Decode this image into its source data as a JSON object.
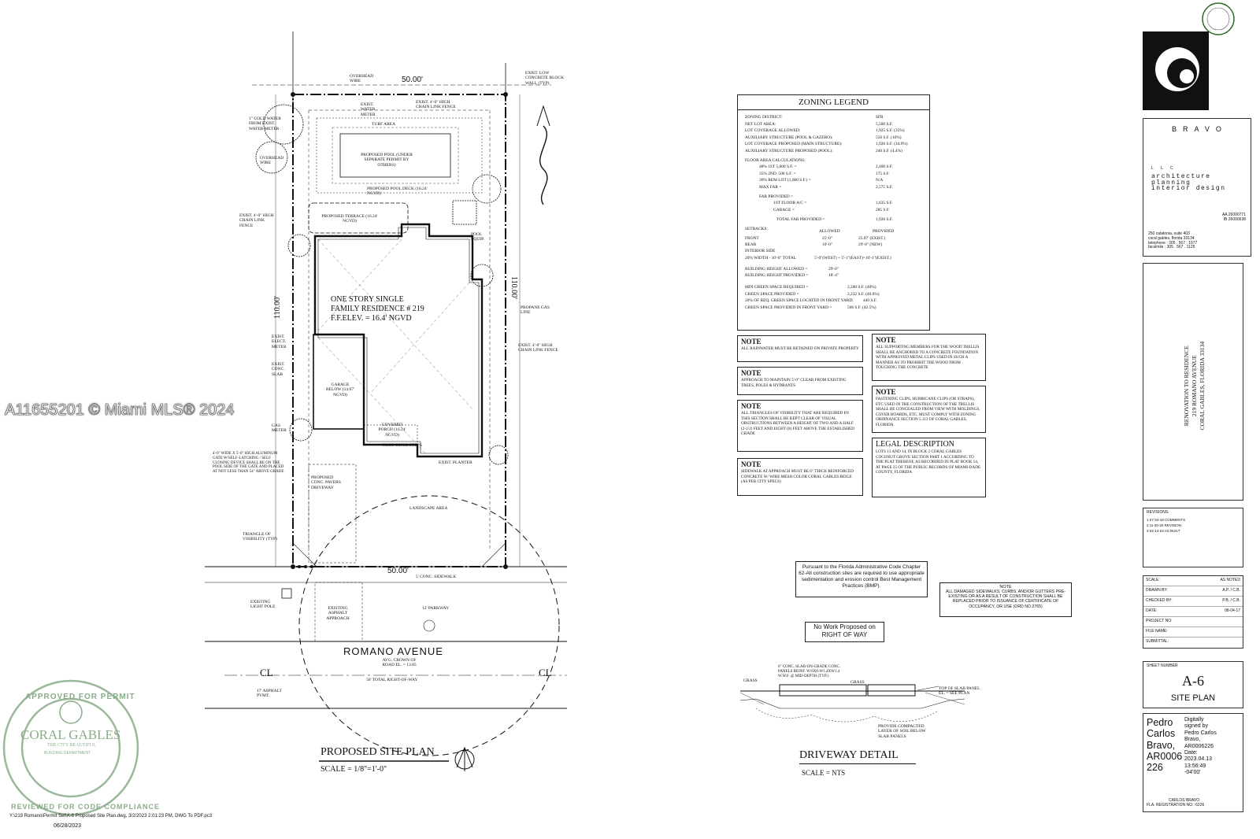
{
  "watermark": "A11655201 © Miami MLS® 2024",
  "site_plan": {
    "title": "PROPOSED SITE PLAN",
    "scale": "SCALE = 1/8\"=1'-0\"",
    "residence_lines": [
      "ONE STORY SINGLE",
      "FAMILY RESIDENCE # 219",
      "F.F.ELEV. = 16.4' NGVD"
    ],
    "street_name": "ROMANO AVENUE",
    "dim_top": "50.00'",
    "dim_bottom": "50.00'",
    "dim_left": "110.00'",
    "dim_right": "110.00'",
    "cl_label": "CL",
    "labels": {
      "overhead_wire": "OVERHEAD WIRE",
      "exist_low_wall": "EXIST. LOW CONCRETE BLOCK WALL (TYP)",
      "exist_water_meter": "EXIST. WATER METER",
      "exist_chain_link": "EXIST. 4'-0\" HIGH CHAIN LINK FENCE",
      "cold_water": "1\" COLD WATER FROM EXIST. WATER METER",
      "turf_area": "TURF AREA",
      "proposed_pool": "PROPOSED POOL (UNDER SEPARATE PERMIT BY OTHERS)",
      "overhead_wire_2": "OVERHEAD WIRE",
      "prop_pool_deck": "PROPOSED POOL DECK (16.24' NGVD)",
      "prop_terrace": "PROPOSED TERRACE (16.24' NGVD)",
      "exist_chain_link_left": "EXIST. 4'-0\" HIGH CHAIN LINK FENCE",
      "pool_equip": "POOL EQUIP.",
      "propane": "PROPANE GAS LINE",
      "exist_chain_link_right": "EXIST. 4'-0\" HIGH CHAIN LINK FENCE",
      "exist_elect_meter": "EXIST. ELECT. METER",
      "exist_conc_slab": "EXIST. CONC. SLAB",
      "garage": "GARAGE BELOW (14.07' NGVD)",
      "covered_porch": "COVERED PORCH (16.24' NGVD)",
      "prop_conc_steps": "PROP. CONC. STEPS",
      "gas_meter": "GAS METER",
      "exist_planter": "EXIST. PLANTER",
      "aluminum_gate": "4'-0\" WIDE x 5'-0\" HIGH ALUMINUM GATE W/SELF-LATCHING / SELF CLOSING DEVICE SHALL BE ON THE POOL SIDE OF THE GATE AND PLACED AT NOT LESS THAN 54\" ABOVE GRADE",
      "prop_pavers": "PROPOSED CONC. PAVERS DRIVEWAY",
      "landscape": "LANDSCAPE AREA",
      "triangle": "TRIANGLE OF VISIBILITY (TYP)",
      "sidewalk": "5' CONC. SIDEWALK",
      "light_pole": "EXISTING LIGHT POLE",
      "asphalt_approach": "EXISTING ASPHALT APPROACH",
      "parkway": "12' PARKWAY",
      "avg_crown": "AVG. CROWN OF ROAD EL. = 13.85",
      "row_total": "50' TOTAL RIGHT-OF-WAY",
      "asphalt_pvmt": "17' ASPHALT PVMT."
    },
    "footer_path": "Y:\\219 Romano\\Permit Set\\A-6 Proposed Site Plan.dwg, 3/2/2023 2:01:23 PM, DWG To PDF.pc3",
    "stamp_date": "06/28/2023"
  },
  "zoning_legend": {
    "title": "ZONING LEGEND",
    "rows": [
      {
        "label": "ZONING DISTRICT:",
        "value": "SFR"
      },
      {
        "label": "NET LOT AREA:",
        "value": "5,500 S.F."
      },
      {
        "label": "LOT COVERAGE ALLOWED:",
        "value": "1,925 S.F. (35%)"
      },
      {
        "label": "AUXILIARY STRUCTURE (POOL & GAZEBO):",
        "value": "550 S.F. (10%)"
      },
      {
        "label": "LOT COVERAGE PROPOSED (MAIN STRUCTURE):",
        "value": "1,920 S.F. (34.9%)"
      },
      {
        "label": "AUXILIARY STRUCTURE PROPOSED (POOL):",
        "value": "240 S.F. (4.4%)"
      },
      {
        "label": "FLOOR AREA CALCULATIONS:",
        "value": ""
      },
      {
        "label": "48% 1ST 5,000 S.F. =",
        "value": "2,400 S.F."
      },
      {
        "label": "35% 2ND. 500 S.F. =",
        "value": "175 S.F."
      },
      {
        "label": "30% REM LOT (1,000 S.F.) =",
        "value": "N/A"
      },
      {
        "label": "MAX FAR =",
        "value": "2,575 S.F."
      },
      {
        "label": "FAR PROVIDED =",
        "value": ""
      },
      {
        "label": "1ST FLOOR A/C =",
        "value": "1,635 S.F."
      },
      {
        "label": "GARAGE =",
        "value": "285 S.F."
      },
      {
        "label": "TOTAL FAR PROVIDED =",
        "value": "1,920 S.F."
      }
    ],
    "setbacks_label": "SETBACKS:",
    "setbacks_headers": [
      "ALLOWED",
      "PROVIDED"
    ],
    "setbacks": [
      {
        "label": "FRONT",
        "allowed": "25'-0\"",
        "provided": "25.07' (EXIST.)"
      },
      {
        "label": "REAR",
        "allowed": "10'-0\"",
        "provided": "29'-0\" (NEW)"
      },
      {
        "label": "INTERIOR SIDE",
        "allowed": "",
        "provided": ""
      },
      {
        "label": "20% WIDTH - 10'-0\" TOTAL",
        "allowed": "",
        "provided": "5'-0\"(WEST) + 5'-1\"(EAST)=10'-1\"(EXIST.)"
      }
    ],
    "height_rows": [
      {
        "label": "BUILDING HEIGHT ALLOWED =",
        "value": "29'-0\""
      },
      {
        "label": "BUILDING HEIGHT PROVIDED =",
        "value": "18'-4\""
      }
    ],
    "green_rows": [
      {
        "label": "MIN GREEN SPACE REQUIRED =",
        "value": "2,200 S.F. (40%)"
      },
      {
        "label": "GREEN SPACE PROVIDED =",
        "value": "2,232 S.F. (40.6%)"
      },
      {
        "label": "20% OF REQ. GREEN SPACE LOCATED IN FRONT YARD:",
        "value": "440 S.F."
      },
      {
        "label": "GREEN SPACE PROVIDED IN FRONT YARD =",
        "value": "506 S.F. (42.5%)"
      }
    ]
  },
  "notes": [
    {
      "title": "NOTE",
      "text": "ALL RAINWATER MUST BE RETAINED ON PRIVATE PROPERTY"
    },
    {
      "title": "NOTE",
      "text": "APPROACH TO MAINTAIN 5'-0\" CLEAR FROM EXISTING TREES, POLES & HYDRANTS"
    },
    {
      "title": "NOTE",
      "text": "ALL TRIANGLES OF VISIBILITY THAT ARE REQUIRED BY THIS SECTION SHALL BE KEPT CLEAR OF VISUAL OBSTRUCTIONS BETWEEN A HEIGHT OF TWO AND A HALF (2-1/2) FEET AND EIGHT (8) FEET ABOVE THE ESTABLISHED GRADE"
    },
    {
      "title": "NOTE",
      "text": "SIDEWALK AT APPROACH MUST BE 6\" THICK REINFORCED CONCRETE W/ WIRE MESH COLOR CORAL GABLES BEIGE (AS PER CITY SPECS)"
    },
    {
      "title": "NOTE",
      "text": "ALL SUPPORTING MEMBERS FOR THE WOOD TRELLIS SHALL BE ANCHORED TO A CONCRETE FOUNDATION WITH APPROVED METAL CLIPS USED IN SUCH A MANNER AS TO PROHIBIT THE WOOD FROM TOUCHING THE CONCRETE"
    },
    {
      "title": "NOTE",
      "text": "FASTENING CLIPS, HURRICANE CLIPS (OR STRAPS), ETC USED IN THE CONSTRUCTION OF THE TRELLIS SHALL BE CONCEALED FROM VIEW WITH MOLDINGS, COVER BOARDS, ETC. MUST COMPLY WITH ZONING ORDINANCE SECTION 5.113 OF CORAL GABLES, FLORIDA"
    }
  ],
  "legal": {
    "title": "LEGAL DESCRIPTION",
    "text": "LOTS 13 AND 14, IN BLOCK 2 CORAL GABLES COCONUT GROVE SECTION PART 1 ACCORDING TO THE PLAT THEREOF, AS RECORDED IN PLAT BOOK 14, AT PAGE 25 OF THE PUBLIC RECORDS OF MIAMI-DADE COUNTY, FLORIDA"
  },
  "fac_note": "Pursuant to the Florida Administrative Code Chapter 62-All construction sites are required to use appropriate sedimentation and erosion control Best Management Practices (BMP).",
  "sidewalk_note": {
    "title": "NOTE",
    "text": "ALL DAMAGED SIDEWALKS, CURBS, AND/OR GUTTERS PRE-EXISTING OR AS A RESULT OF CONSTRUCTION SHALL BE REPLACED PRIOR TO ISSUANCE OF CERTIFICATE OF OCCUPANCY, OR USE (ORD NO 2765)"
  },
  "no_work": [
    "No Work Proposed on",
    "RIGHT OF WAY"
  ],
  "driveway": {
    "title": "DRIVEWAY DETAIL",
    "scale": "SCALE = NTS",
    "labels": {
      "slab": "6\" CONC. SLAB-ON-GRADE CONC. PANELS REINF. W/6X6-W1.4XW1.4 W.W.F. @ MID-DEPTH (TYP.)",
      "grass_left": "GRASS",
      "grass_right": "GRASS",
      "top_of_slab": "TOP OF SLAB PANEL EL. = SEE PLAN",
      "compacted": "PROVIDE COMPACTED LAYER OF SOIL BELOW SLAB PANELS"
    }
  },
  "title_block": {
    "firm": "BRAVO",
    "firm_sub": "L L C",
    "disciplines": [
      "architecture",
      "planning",
      "interior design"
    ],
    "license": [
      "AA 26000771",
      "IB 26000638"
    ],
    "address": [
      "250 catalonia, suite 403",
      "coral gables, florida 33134",
      "telephone : 305 . 567 . 1977",
      "facsimile : 305 . 567 . 1125"
    ],
    "project": [
      "RENOVATION TO RESIDENCE",
      "219 ROMANO AVENUE",
      "CORAL GABLES, FLORIDA 33134"
    ],
    "revisions_label": "REVISIONS:",
    "revisions": [
      "1 07-24-18 COMMENTS",
      "2 11-20-20 REVISION",
      "3 02-14-23 AS BUILT"
    ],
    "info": [
      {
        "label": "SCALE:",
        "value": "AS NOTED"
      },
      {
        "label": "DRAWN BY:",
        "value": "A.P. / C.B."
      },
      {
        "label": "CHECKED BY:",
        "value": "P.B. / C.B."
      },
      {
        "label": "DATE:",
        "value": "08-04-17"
      },
      {
        "label": "PROJECT NO:",
        "value": ""
      },
      {
        "label": "FILE NAME:",
        "value": ""
      },
      {
        "label": "SUBMITTAL:",
        "value": ""
      }
    ],
    "sheet_number_label": "SHEET NUMBER",
    "sheet_number": "A-6",
    "sheet_title": "SITE PLAN",
    "signer_name": [
      "Pedro",
      "Carlos",
      "Bravo,",
      "AR0006",
      "226"
    ],
    "signer_details": [
      "Digitally",
      "signed by",
      "Pedro Carlos",
      "Bravo,",
      "AR0006226",
      "Date:",
      "2023.04.13",
      "13:56:49",
      "-04'00'"
    ],
    "signer_footer": [
      "CARLOS BRAVO",
      "FLA. REGISTRATION NO.: 6226"
    ]
  },
  "approval_stamp": {
    "ring_top": "APPROVED FOR PERMIT",
    "ring_bottom": "REVIEWED FOR CODE COMPLIANCE",
    "city": "CORAL GABLES",
    "tagline": "THE CITY BEAUTIFUL",
    "dept": "BUILDING DEPARTMENT"
  },
  "colors": {
    "ink": "#111111",
    "stamp_green": "#7aa07a",
    "watermark": "#ffffff"
  }
}
